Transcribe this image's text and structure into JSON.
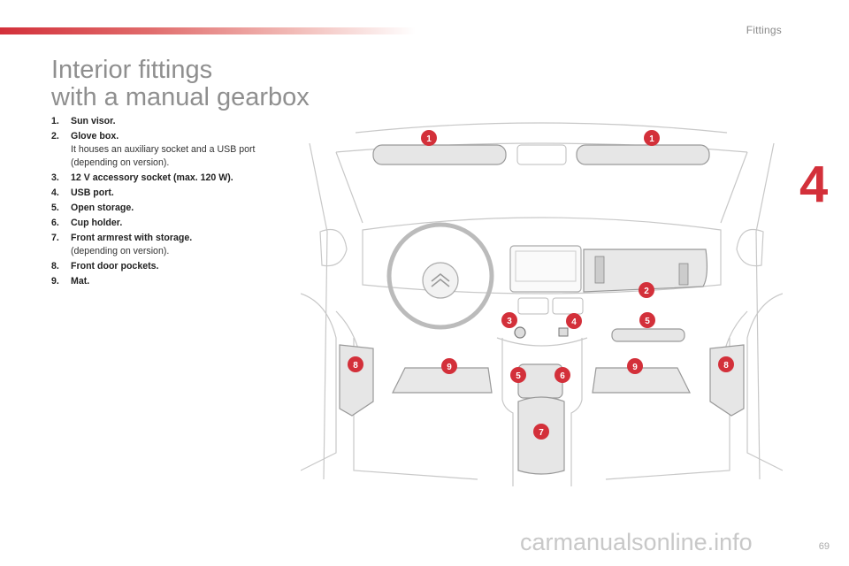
{
  "header": {
    "section_label": "Fittings",
    "chapter_number": "4",
    "accent_color": "#d3303a"
  },
  "title": {
    "line1": "Interior fittings",
    "line2": "with a manual gearbox"
  },
  "legend": [
    {
      "num": "1.",
      "label": "Sun visor.",
      "desc": ""
    },
    {
      "num": "2.",
      "label": "Glove box.",
      "desc": "It houses an auxiliary socket and a USB port (depending on version)."
    },
    {
      "num": "3.",
      "label": "12 V accessory socket (max. 120 W).",
      "desc": ""
    },
    {
      "num": "4.",
      "label": "USB port.",
      "desc": ""
    },
    {
      "num": "5.",
      "label": "Open storage.",
      "desc": ""
    },
    {
      "num": "6.",
      "label": "Cup holder.",
      "desc": ""
    },
    {
      "num": "7.",
      "label": "Front armrest with storage.",
      "desc": "(depending on version)."
    },
    {
      "num": "8.",
      "label": "Front door pockets.",
      "desc": ""
    },
    {
      "num": "9.",
      "label": "Mat.",
      "desc": ""
    }
  ],
  "badges": [
    "1",
    "1",
    "2",
    "3",
    "4",
    "5",
    "5",
    "6",
    "7",
    "8",
    "8",
    "9",
    "9"
  ],
  "footer": {
    "page_number": "69",
    "watermark": "carmanualsonline.info"
  }
}
